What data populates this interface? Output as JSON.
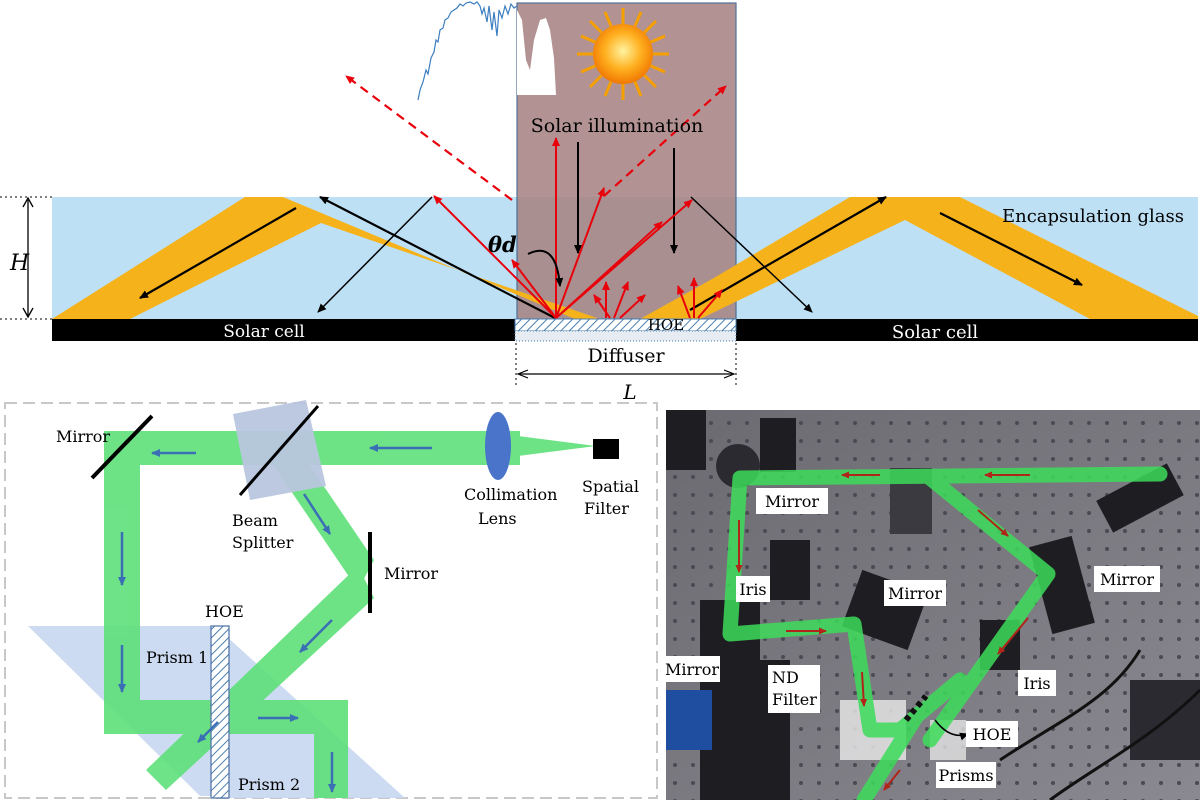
{
  "top_diagram": {
    "solar_illumination": "Solar illumination",
    "encapsulation_glass": "Encapsulation glass",
    "height_label": "H",
    "theta_label": "θd",
    "solar_cell_left": "Solar cell",
    "solar_cell_right": "Solar cell",
    "hoe": "HOE",
    "diffuser": "Diffuser",
    "length_label": "L"
  },
  "setup_diagram": {
    "mirror_top_left": "Mirror",
    "beam_splitter_line1": "Beam",
    "beam_splitter_line2": "Splitter",
    "collimation_lens_line1": "Collimation",
    "collimation_lens_line2": "Lens",
    "spatial_filter_line1": "Spatial",
    "spatial_filter_line2": "Filter",
    "mirror_right": "Mirror",
    "hoe": "HOE",
    "prism1": "Prism 1",
    "prism2": "Prism 2"
  },
  "photo": {
    "mirror_top": "Mirror",
    "iris_left": "Iris",
    "mirror_center": "Mirror",
    "mirror_right": "Mirror",
    "mirror_left": "Mirror",
    "nd_filter_line1": "ND",
    "nd_filter_line2": "Filter",
    "iris_right": "Iris",
    "hoe": "HOE",
    "prisms": "Prisms"
  },
  "colors": {
    "glass": "#bde0f5",
    "yellow_beam": "#f5b21a",
    "red_ray": "#e8000b",
    "laser_green": "#5ee07a",
    "solar_box": "#a88484",
    "arrow_blue": "#3a6fb5",
    "photo_beam": "#3ddc5a"
  }
}
